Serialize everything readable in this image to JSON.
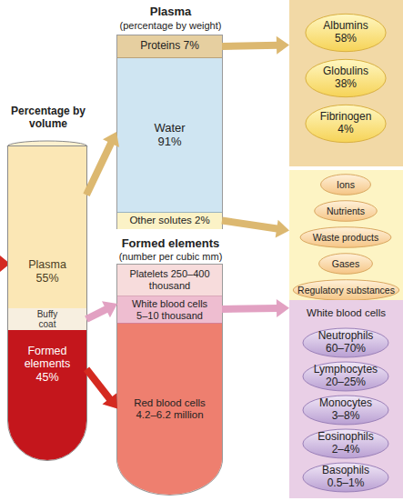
{
  "diagram": {
    "nodes": [
      {
        "text": [
          "Percentage by volume"
        ]
      },
      {
        "text": [
          "Plasma 55%"
        ],
        "in": 0
      },
      {
        "text": [
          "Buffy coat"
        ],
        "in": 0
      },
      {
        "text": [
          "Formed elements 45%"
        ],
        "in": 0
      },
      {
        "text": [
          "Plasma",
          "(percentage by weight)"
        ]
      },
      {
        "text": [
          "Proteins 7%"
        ],
        "in": 4
      },
      {
        "text": [
          "Water 91%"
        ],
        "in": 4
      },
      {
        "text": [
          "Other solutes 2%"
        ],
        "in": 4
      },
      {
        "text": []
      },
      {
        "text": [
          "Albumins 58%"
        ],
        "in": 8
      },
      {
        "text": [
          "Globulins 38%"
        ],
        "in": 8
      },
      {
        "text": [
          "Fibrinogen 4%"
        ],
        "in": 8
      },
      {
        "text": []
      },
      {
        "text": [
          "Ions"
        ],
        "in": 12
      },
      {
        "text": [
          "Nutrients"
        ],
        "in": 12
      },
      {
        "text": [
          "Waste products"
        ],
        "in": 12
      },
      {
        "text": [
          "Gases"
        ],
        "in": 12
      },
      {
        "text": [
          "Regulatory substances"
        ],
        "in": 12
      },
      {
        "text": [
          "Formed elements",
          "(number per cubic mm)"
        ]
      },
      {
        "text": [
          "Platelets 250–400 thousand"
        ],
        "in": 18
      },
      {
        "text": [
          "White blood cells 5–10 thousand"
        ],
        "in": 18
      },
      {
        "text": [
          "Red blood cells 4.2–6.2 million"
        ],
        "in": 18
      },
      {
        "text": [
          "White blood cells"
        ]
      },
      {
        "text": [
          "Neutrophils 60–70%"
        ],
        "in": 22
      },
      {
        "text": [
          "Lymphocytes 20–25%"
        ],
        "in": 22
      },
      {
        "text": [
          "Monocytes 3–8%"
        ],
        "in": 22
      },
      {
        "text": [
          "Eosinophils 2–4%"
        ],
        "in": 22
      },
      {
        "text": [
          "Basophils 0.5–1%"
        ],
        "in": 22
      }
    ],
    "edges": [
      {
        "from": 1,
        "to": 4,
        "arrow": "to"
      },
      {
        "from": 5,
        "to": 8,
        "arrow": "to"
      },
      {
        "from": 7,
        "to": 12,
        "arrow": "to"
      },
      {
        "from": 2,
        "to": 20,
        "arrow": "to"
      },
      {
        "from": 20,
        "to": 22,
        "arrow": "to"
      },
      {
        "from": 3,
        "to": 21,
        "arrow": "to"
      }
    ]
  }
}
